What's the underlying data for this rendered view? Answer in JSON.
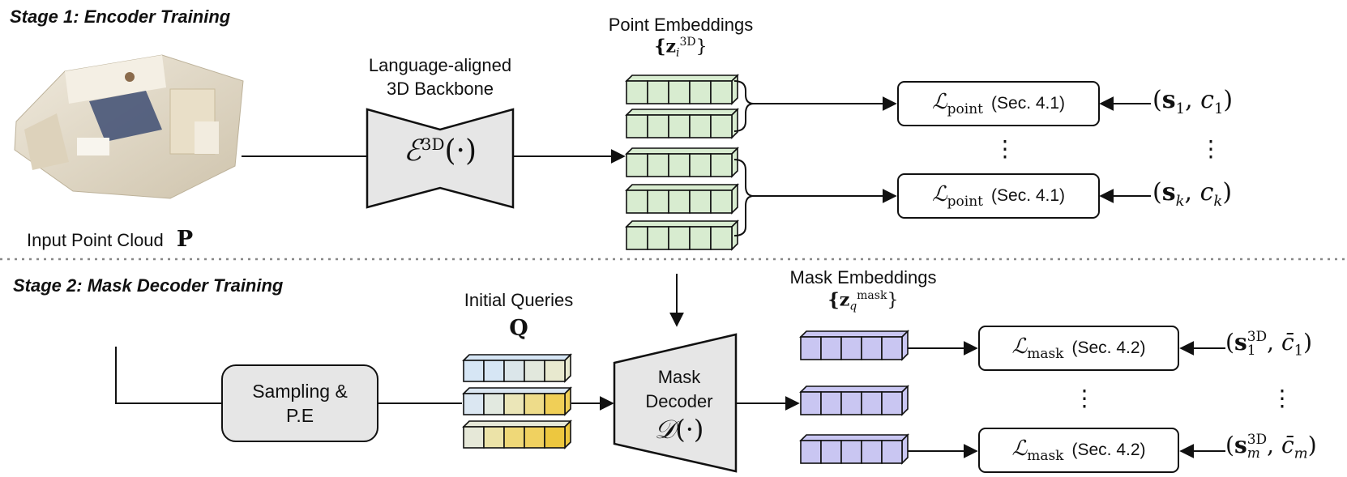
{
  "stage1": {
    "title": "Stage 1: Encoder Training",
    "input_label": "Input Point Cloud",
    "input_symbol": "P",
    "backbone_label_line1": "Language-aligned",
    "backbone_label_line2": "3D Backbone",
    "encoder_symbol": "ℰ",
    "encoder_sup": "3D",
    "encoder_arg": "(·)",
    "embeddings_label": "Point Embeddings",
    "embeddings_symbol": "{z",
    "embeddings_sub": "i",
    "embeddings_sup": "3D",
    "embeddings_close": "}",
    "loss_symbol": "ℒ",
    "loss_sub": "point",
    "loss_ref": "(Sec. 4.1)",
    "targets": [
      {
        "open": "(",
        "s": "s",
        "s_sub": "1",
        "c": "c",
        "c_sub": "1",
        "close": ")"
      },
      {
        "open": "(",
        "s": "s",
        "s_sub": "k",
        "c": "c",
        "c_sub": "k",
        "close": ")"
      }
    ],
    "vdots": "⋮"
  },
  "stage2": {
    "title": "Stage 2: Mask Decoder Training",
    "sampling_line1": "Sampling &",
    "sampling_line2": "P.E",
    "queries_label": "Initial Queries",
    "queries_symbol": "Q",
    "decoder_line1": "Mask",
    "decoder_line2": "Decoder",
    "decoder_symbol": "𝒟",
    "decoder_arg": "(·)",
    "mask_label": "Mask Embeddings",
    "mask_symbol": "{z",
    "mask_sub": "q",
    "mask_sup": "mask",
    "mask_close": "}",
    "loss_symbol": "ℒ",
    "loss_sub": "mask",
    "loss_ref": "(Sec. 4.2)",
    "targets": [
      {
        "open": "(",
        "s": "s",
        "s_sub": "1",
        "s_sup": "3D",
        "c": "c̄",
        "c_sub": "1",
        "close": ")"
      },
      {
        "open": "(",
        "s": "s",
        "s_sub": "m",
        "s_sup": "3D",
        "c": "c̄",
        "c_sub": "m",
        "close": ")"
      }
    ],
    "vdots": "⋮"
  },
  "colors": {
    "point_embedding_fill": "#d8ecd0",
    "mask_embedding_fill": "#c9c6f2",
    "query_blue": "#d6e6f5",
    "query_yellow": "#f0cf57",
    "module_fill": "#e6e6e6",
    "divider": "#888888"
  },
  "icons": {
    "point_cloud": "3d-room-point-cloud-icon"
  }
}
